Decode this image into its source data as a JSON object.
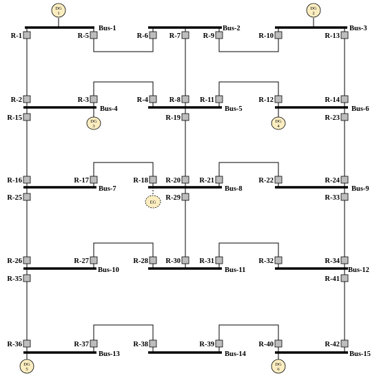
{
  "buses": {
    "bus1": "Bus-1",
    "bus2": "Bus-2",
    "bus3": "Bus-3",
    "bus4": "Bus-4",
    "bus5": "Bus-5",
    "bus6": "Bus-6",
    "bus7": "Bus-7",
    "bus8": "Bus-8",
    "bus9": "Bus-9",
    "bus10": "Bus-10",
    "bus11": "Bus-11",
    "bus12": "Bus-12",
    "bus13": "Bus-13",
    "bus14": "Bus-14",
    "bus15": "Bus-15"
  },
  "relays": {
    "r1": "R-1",
    "r2": "R-2",
    "r3": "R-3",
    "r4": "R-4",
    "r5": "R-5",
    "r6": "R-6",
    "r7": "R-7",
    "r8": "R-8",
    "r9": "R-9",
    "r10": "R-10",
    "r11": "R-11",
    "r12": "R-12",
    "r13": "R-13",
    "r14": "R-14",
    "r15": "R-15",
    "r16": "R-16",
    "r17": "R-17",
    "r18": "R-18",
    "r19": "R-19",
    "r20": "R-20",
    "r21": "R-21",
    "r22": "R-22",
    "r23": "R-23",
    "r24": "R-24",
    "r25": "R-25",
    "r26": "R-26",
    "r27": "R-27",
    "r28": "R-28",
    "r29": "R-29",
    "r30": "R-30",
    "r31": "R-31",
    "r32": "R-32",
    "r33": "R-33",
    "r34": "R-34",
    "r35": "R-35",
    "r36": "R-36",
    "r37": "R-37",
    "r38": "R-38",
    "r39": "R-39",
    "r40": "R-40",
    "r41": "R-41",
    "r42": "R-42"
  },
  "generators": {
    "dg1": {
      "line1": "DG",
      "line2": "1"
    },
    "dg2": {
      "line1": "DG",
      "line2": "2"
    },
    "dg3": {
      "line1": "DG",
      "line2": "3"
    },
    "dg4": {
      "line1": "DG",
      "line2": "4"
    },
    "dg5": {
      "line1": "DG",
      "line2": "5"
    },
    "dg6": {
      "line1": "DG",
      "line2": "6"
    },
    "eg": "EG"
  },
  "colors": {
    "relay_fill": "#bdbdbd",
    "generator_fill": "#fbedc0",
    "line": "#000000"
  }
}
